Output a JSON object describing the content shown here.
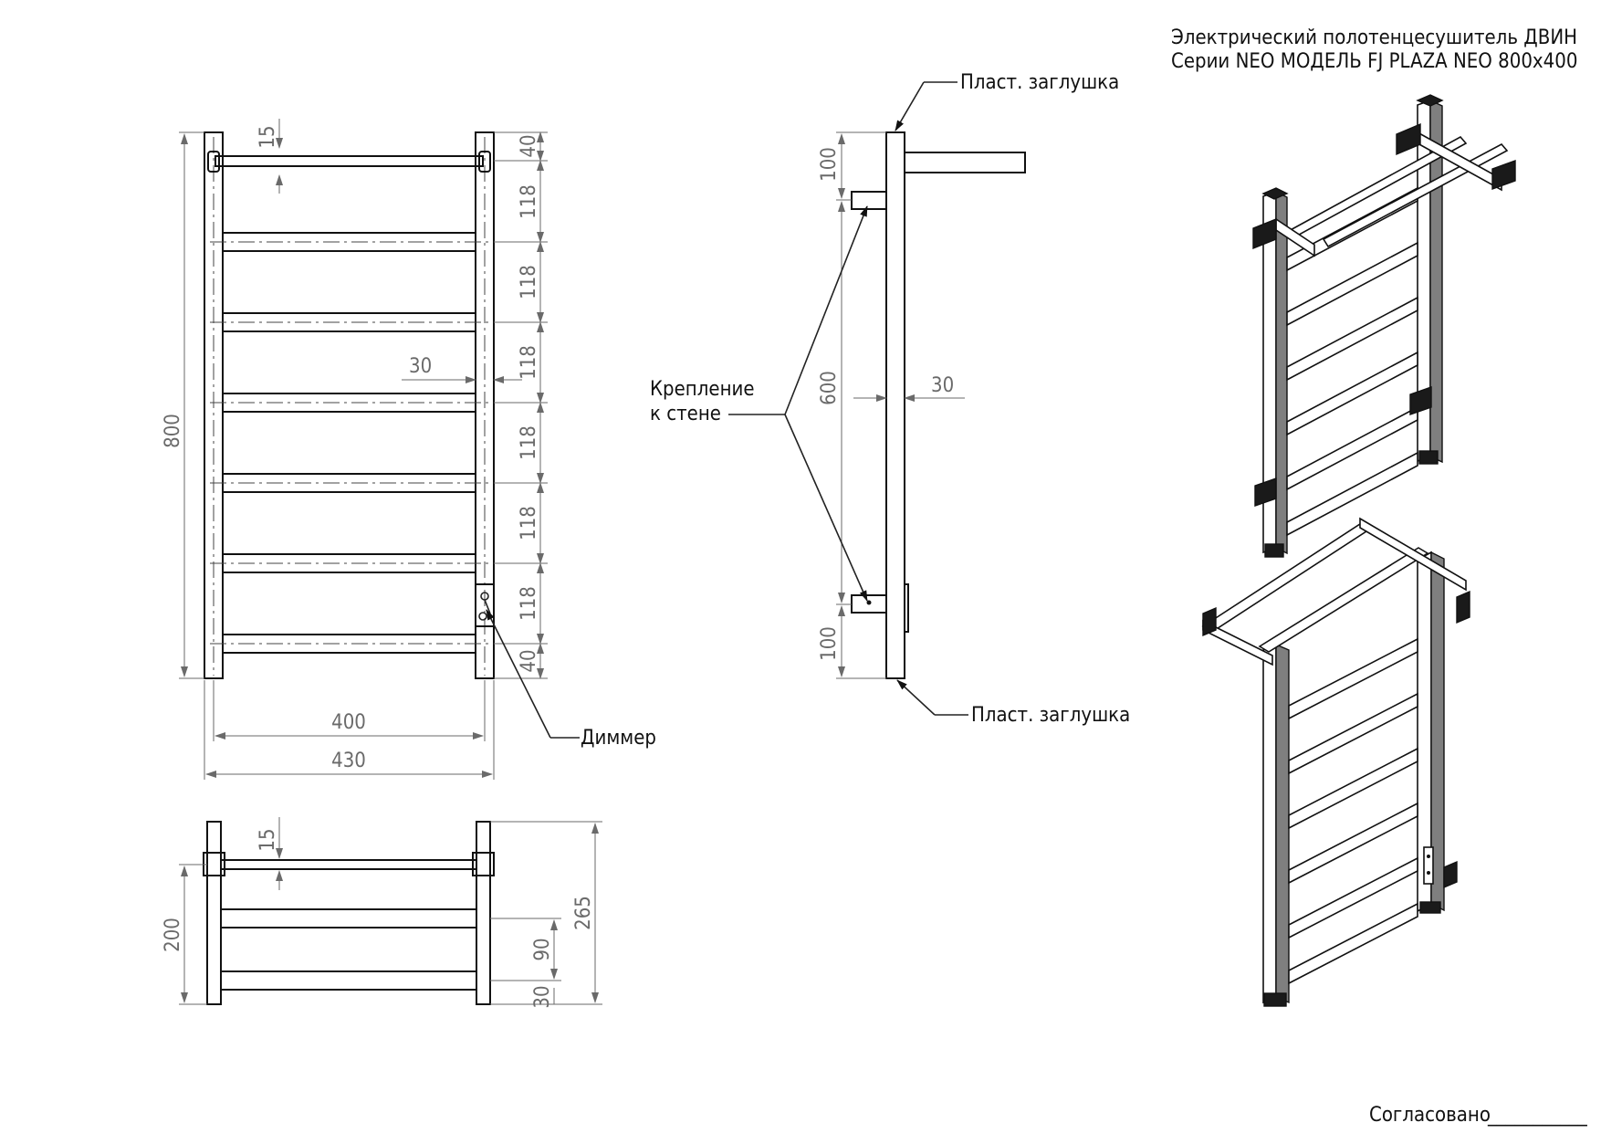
{
  "title": {
    "line1": "Электрический полотенцесушитель ДВИН",
    "line2": "Серии NEO МОДЕЛЬ FJ PLAZA NEO 800x400"
  },
  "front_view": {
    "dims": {
      "top_gap": "15",
      "height": "800",
      "pitch_top": "40",
      "pitch": "118",
      "pitch_bottom": "40",
      "bar_offset": "30",
      "inner_width": "400",
      "outer_width": "430"
    },
    "dimmer_label": "Диммер"
  },
  "side_view": {
    "dims": {
      "top": "100",
      "mid": "600",
      "bottom": "100",
      "depth": "30"
    },
    "plug_top_label": "Пласт. заглушка",
    "plug_bottom_label": "Пласт. заглушка",
    "mount_label_1": "Крепление",
    "mount_label_2": "к стене"
  },
  "top_view": {
    "dims": {
      "top_gap": "15",
      "depth": "200",
      "total": "265",
      "shelf": "90",
      "base": "30"
    }
  },
  "approval": {
    "label": "Согласовано",
    "blank": "___________"
  },
  "colors": {
    "line": "#111111",
    "dimension": "#6a6a6a",
    "shade": "#7f7f7f"
  }
}
